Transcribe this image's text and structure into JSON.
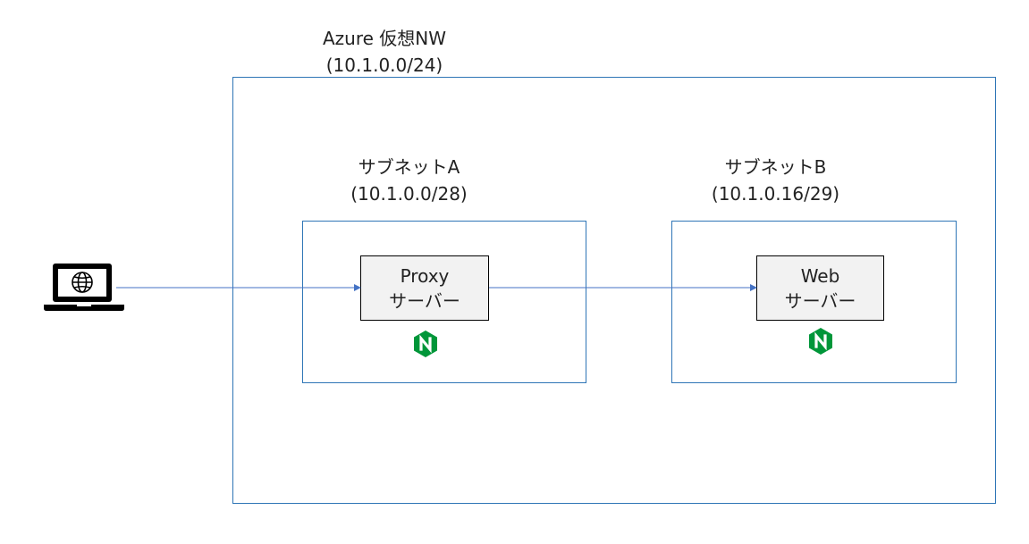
{
  "vnet": {
    "title": "Azure 仮想NW",
    "cidr": "(10.1.0.0/24)"
  },
  "subnet_a": {
    "title": "サブネットA",
    "cidr": "(10.1.0.0/28)"
  },
  "subnet_b": {
    "title": "サブネットB",
    "cidr": "(10.1.0.16/29)"
  },
  "proxy_server": {
    "line1": "Proxy",
    "line2": "サーバー",
    "logo": "nginx-icon"
  },
  "web_server": {
    "line1": "Web",
    "line2": "サーバー",
    "logo": "nginx-icon"
  },
  "client": {
    "icon": "laptop-globe-icon"
  },
  "colors": {
    "frame": "#2e75b6",
    "arrow": "#4472c4",
    "server_fill": "#f2f2f2",
    "nginx_green": "#009639"
  }
}
